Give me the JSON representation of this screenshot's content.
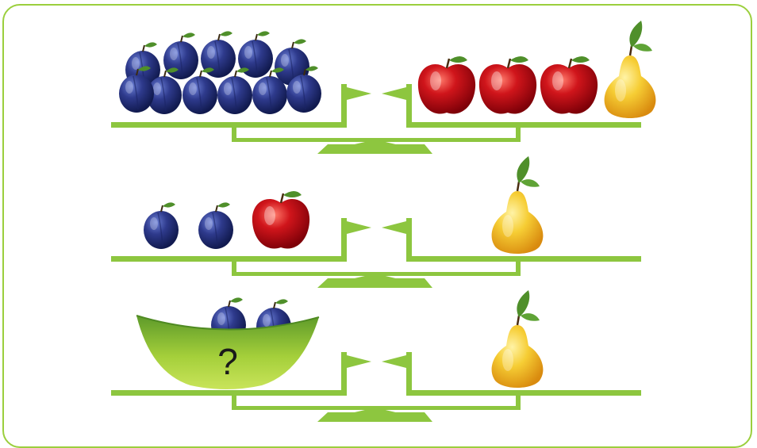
{
  "puzzle": {
    "question_mark": "?",
    "colors": {
      "frame": "#9bcf3d",
      "scale": "#8dc63f",
      "plum": "#2e3a8c",
      "apple": "#d0151b",
      "pear": "#f2c12e",
      "leaf": "#4f8f2a",
      "bowl": "#a4cf3a"
    },
    "scales": [
      {
        "left": {
          "plums": 11
        },
        "right": {
          "apples": 3,
          "pears": 1
        }
      },
      {
        "left": {
          "plums": 2,
          "apples": 1
        },
        "right": {
          "pears": 1
        }
      },
      {
        "left": {
          "bowl": "plums",
          "count": "?"
        },
        "right": {
          "pears": 1
        }
      }
    ]
  }
}
